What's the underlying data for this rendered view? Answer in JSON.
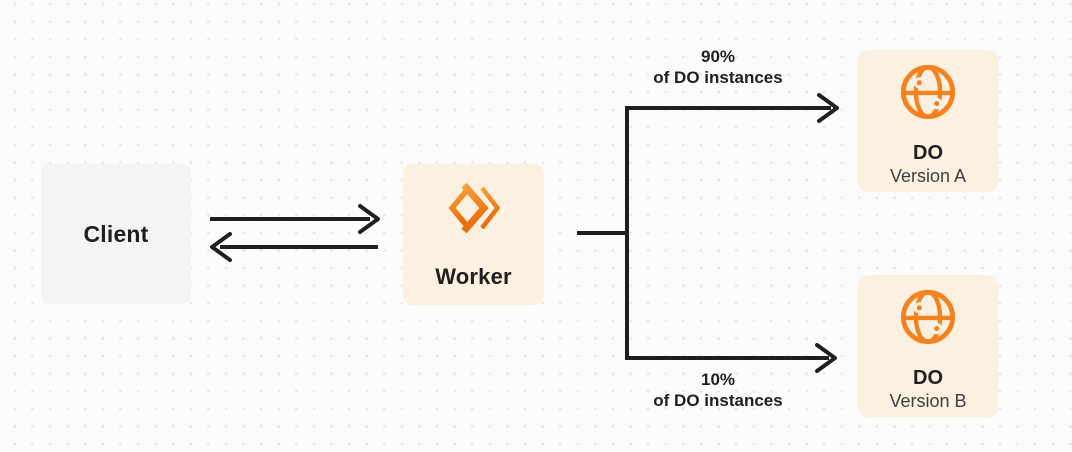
{
  "colors": {
    "background": "#fcfcfc",
    "dot": "#e6e6e6",
    "line": "#1f1f1f",
    "text": "#1f1f1f",
    "subtext": "#3f3f3f",
    "client_fill": "#f4f4f6",
    "orange_fill": "#fcf0e1",
    "accent": "#f6821f",
    "accent_light": "#f8a13e",
    "accent_dark": "#e76c09"
  },
  "diagram": {
    "client": {
      "label": "Client"
    },
    "worker": {
      "label": "Worker",
      "icon": "workers-logo-icon"
    },
    "branches": [
      {
        "percent": "90%",
        "caption": "of DO instances",
        "target": {
          "title": "DO",
          "subtitle": "Version A",
          "icon": "globe-icon"
        }
      },
      {
        "percent": "10%",
        "caption": "of DO instances",
        "target": {
          "title": "DO",
          "subtitle": "Version B",
          "icon": "globe-icon"
        }
      }
    ]
  }
}
